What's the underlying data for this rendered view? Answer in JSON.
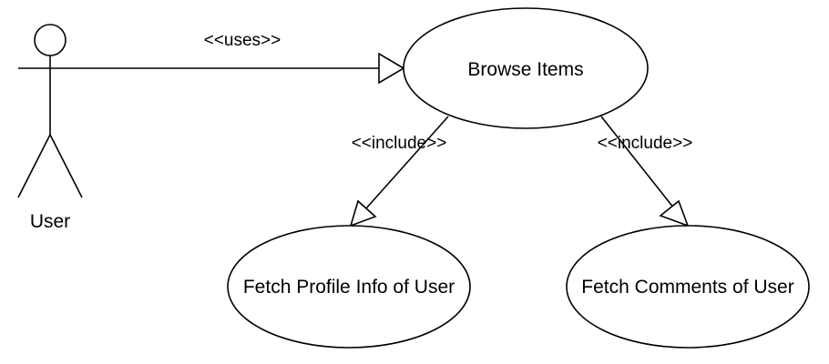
{
  "actor": {
    "label": "User"
  },
  "use_cases": {
    "browse": "Browse Items",
    "profile": "Fetch Profile Info of User",
    "comments": "Fetch Comments of User"
  },
  "relations": {
    "uses": "<<uses>>",
    "include_profile": "<<include>>",
    "include_comments": "<<include>>"
  },
  "colors": {
    "stroke": "#000000",
    "fill": "#ffffff"
  }
}
